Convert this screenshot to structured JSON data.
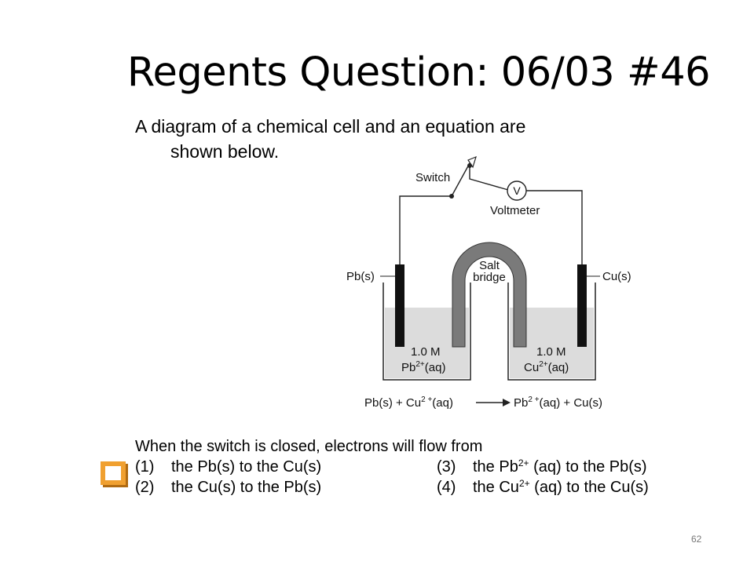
{
  "title": "Regents Question: 06/03 #46",
  "intro": {
    "line1": "A diagram of a chemical cell and an equation are",
    "line2": "shown below."
  },
  "diagram": {
    "switch_label": "Switch",
    "voltmeter_symbol": "V",
    "voltmeter_label": "Voltmeter",
    "salt_bridge_line1": "Salt",
    "salt_bridge_line2": "bridge",
    "left_electrode_label": "Pb(s)",
    "right_electrode_label": "Cu(s)",
    "left_solution_line1": "1.0 M",
    "left_solution_line2_base": "Pb",
    "left_solution_line2_sup": "2+",
    "left_solution_line2_rest": "(aq)",
    "right_solution_line1": "1.0 M",
    "right_solution_line2_base": "Cu",
    "right_solution_line2_sup": "2+",
    "right_solution_line2_rest": "(aq)",
    "equation": {
      "left_text": "Pb(s) + Cu",
      "left_sup": "2 +",
      "left_rest": "(aq)",
      "right_text": "Pb",
      "right_sup": "2 +",
      "right_rest": "(aq) + Cu(s)"
    }
  },
  "question": {
    "stem": "When the switch is closed, electrons will flow from",
    "options": [
      {
        "num": "(1)",
        "text": "the Pb(s) to the Cu(s)"
      },
      {
        "num": "(2)",
        "text": "the Cu(s) to the Pb(s)"
      },
      {
        "num": "(3)",
        "pre": "the Pb",
        "sup": "2+",
        "post": " (aq) to the Pb(s)"
      },
      {
        "num": "(4)",
        "pre": "the Cu",
        "sup": "2+",
        "post": " (aq) to the Cu(s)"
      }
    ]
  },
  "answer_checkbox_icon": "checkbox-icon",
  "page_number": "62",
  "colors": {
    "checkbox": "#f0a030",
    "salt_bridge": "#7a7a7a",
    "solution": "#dcdcdc",
    "electrode": "#111111"
  }
}
